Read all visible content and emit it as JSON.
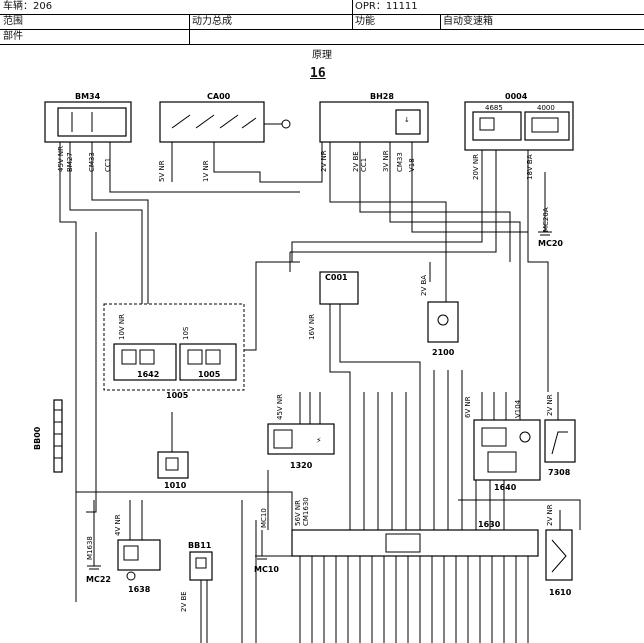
{
  "header": {
    "vehicle_label": "车辆：206",
    "opr_label": "OPR：11111",
    "scope_label": "范围",
    "scope_value": "动力总成",
    "function_label": "功能",
    "function_value": "自动变速箱",
    "component_label": "部件"
  },
  "diagram": {
    "title": "原理",
    "page_number": "16"
  },
  "components": [
    {
      "id": "BM34",
      "name": "BM34"
    },
    {
      "id": "CA00",
      "name": "CA00"
    },
    {
      "id": "BH28",
      "name": "BH28"
    },
    {
      "id": "0004",
      "name": "0004"
    },
    {
      "id": "4685",
      "name": "4685"
    },
    {
      "id": "4000",
      "name": "4000"
    },
    {
      "id": "C001",
      "name": "C001"
    },
    {
      "id": "2100",
      "name": "2100"
    },
    {
      "id": "1642",
      "name": "1642"
    },
    {
      "id": "1005a",
      "name": "1005"
    },
    {
      "id": "1005b",
      "name": "1005"
    },
    {
      "id": "1320",
      "name": "1320"
    },
    {
      "id": "1640",
      "name": "1640"
    },
    {
      "id": "7308",
      "name": "7308"
    },
    {
      "id": "1010",
      "name": "1010"
    },
    {
      "id": "BB00",
      "name": "BB00"
    },
    {
      "id": "1630",
      "name": "1630"
    },
    {
      "id": "BB11",
      "name": "BB11"
    },
    {
      "id": "1638",
      "name": "1638"
    },
    {
      "id": "1610",
      "name": "1610"
    }
  ],
  "grounds": [
    {
      "id": "MC20",
      "name": "MC20"
    },
    {
      "id": "MC22",
      "name": "MC22"
    },
    {
      "id": "MC10",
      "name": "MC10"
    }
  ],
  "connector_labels": [
    {
      "id": "bm34-45v",
      "text": "45V NR"
    },
    {
      "id": "bm34-bm27",
      "text": "BM27"
    },
    {
      "id": "bm34-cm33",
      "text": "CM33"
    },
    {
      "id": "bm34-cc1",
      "text": "CC1"
    },
    {
      "id": "ca00-5v",
      "text": "5V NR"
    },
    {
      "id": "ca00-1v",
      "text": "1V NR"
    },
    {
      "id": "bh28-2v",
      "text": "2V NR"
    },
    {
      "id": "bh28-be",
      "text": "2V BE"
    },
    {
      "id": "bh28-3v",
      "text": "3V NR"
    },
    {
      "id": "bh28-cc1",
      "text": "CC1"
    },
    {
      "id": "bh28-cm",
      "text": "CM33"
    },
    {
      "id": "bh28-v18",
      "text": "V18"
    },
    {
      "id": "0004-20v",
      "text": "20V NR"
    },
    {
      "id": "0004-18v",
      "text": "18V BA"
    },
    {
      "id": "mc20a",
      "text": "MC20A"
    },
    {
      "id": "1642-10v",
      "text": "10V NR"
    },
    {
      "id": "1005-10s",
      "text": "10S"
    },
    {
      "id": "c001-16v",
      "text": "16V NR"
    },
    {
      "id": "2100-2v",
      "text": "2V BA"
    },
    {
      "id": "1320-45v",
      "text": "45V NR"
    },
    {
      "id": "1640-6v",
      "text": "6V NR"
    },
    {
      "id": "1640-v104",
      "text": "V104"
    },
    {
      "id": "7308-2v",
      "text": "2V NR"
    },
    {
      "id": "1630-56v",
      "text": "56V NR"
    },
    {
      "id": "1630-cm",
      "text": "CM1630"
    },
    {
      "id": "1610-2v",
      "text": "2V NR"
    },
    {
      "id": "1638-4v",
      "text": "4V NR"
    },
    {
      "id": "1638-mc",
      "text": "M1638"
    },
    {
      "id": "bb11-2v",
      "text": "2V BE"
    },
    {
      "id": "mc10-lbl",
      "text": "MC10"
    }
  ]
}
